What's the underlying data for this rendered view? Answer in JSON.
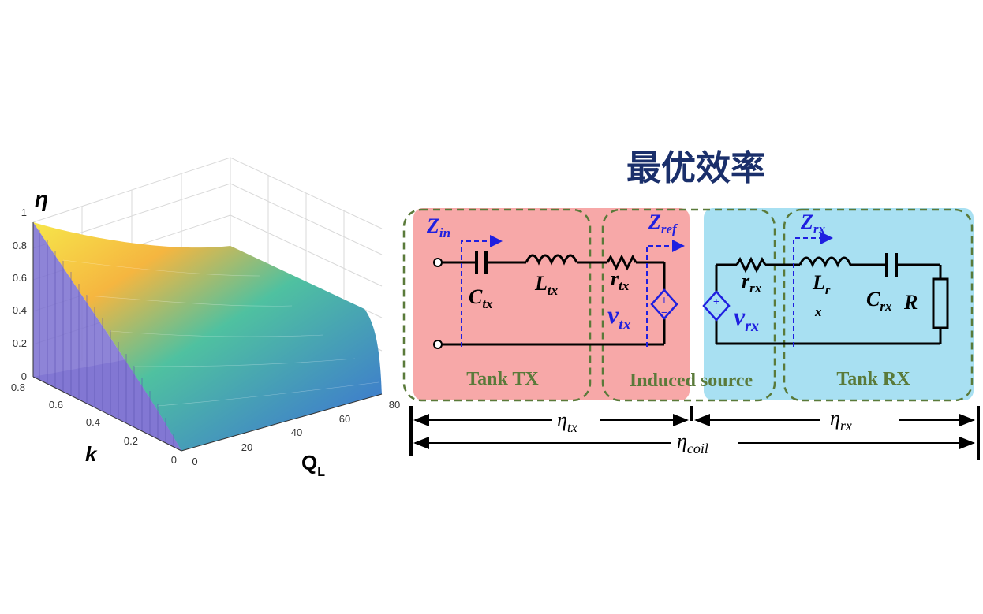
{
  "title": "最优效率",
  "surface_plot": {
    "z_label": "η",
    "y_label": "k",
    "x_label": "Q",
    "x_label_sub": "L",
    "z_ticks": [
      "0",
      "0.2",
      "0.4",
      "0.6",
      "0.8",
      "1"
    ],
    "y_ticks": [
      "0",
      "0.2",
      "0.4",
      "0.6",
      "0.8"
    ],
    "x_ticks": [
      "0",
      "20",
      "40",
      "60",
      "80"
    ]
  },
  "circuit": {
    "zin": {
      "main": "Z",
      "sub": "in"
    },
    "zref": {
      "main": "Z",
      "sub": "ref"
    },
    "zrx": {
      "main": "Z",
      "sub": "rx"
    },
    "ctx": {
      "main": "C",
      "sub": "tx"
    },
    "ltx": {
      "main": "L",
      "sub": "tx"
    },
    "rtx": {
      "main": "r",
      "sub": "tx"
    },
    "vtx": {
      "main": "v",
      "sub": "tx"
    },
    "vrx": {
      "main": "v",
      "sub": "rx"
    },
    "rrx": {
      "main": "r",
      "sub": "rx"
    },
    "lrx": {
      "main": "L",
      "sub": "r",
      "sub2": "x"
    },
    "crx": {
      "main": "C",
      "sub": "rx"
    },
    "r_load": "R",
    "tank_tx": "Tank TX",
    "induced_source": "Induced source",
    "tank_rx": "Tank RX",
    "eta_tx": {
      "main": "η",
      "sub": "tx"
    },
    "eta_rx": {
      "main": "η",
      "sub": "rx"
    },
    "eta_coil": {
      "main": "η",
      "sub": "coil"
    },
    "colors": {
      "tx_fill": "#f7a8a8",
      "rx_fill": "#a8e0f2",
      "dashed_green": "#5a7a3a",
      "label_blue": "#1f1fe0",
      "title_navy": "#1a2f6b"
    }
  }
}
